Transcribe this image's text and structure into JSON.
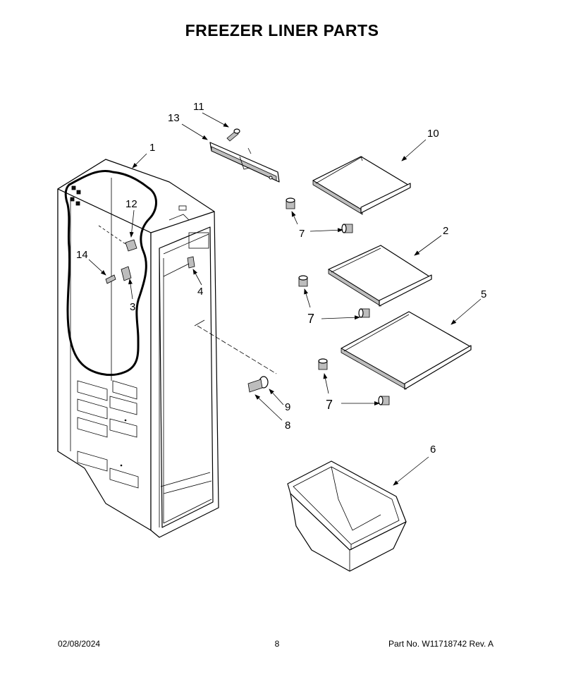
{
  "title": "FREEZER LINER PARTS",
  "callouts": {
    "c1": "1",
    "c2": "2",
    "c3": "3",
    "c4": "4",
    "c5": "5",
    "c6": "6",
    "c7a": "7",
    "c7b": "7",
    "c7c": "7",
    "c8": "8",
    "c9": "9",
    "c10": "10",
    "c11": "11",
    "c12": "12",
    "c13": "13",
    "c14": "14"
  },
  "footer": {
    "date": "02/08/2024",
    "page": "8",
    "part": "Part No.  W11718742  Rev.  A"
  }
}
